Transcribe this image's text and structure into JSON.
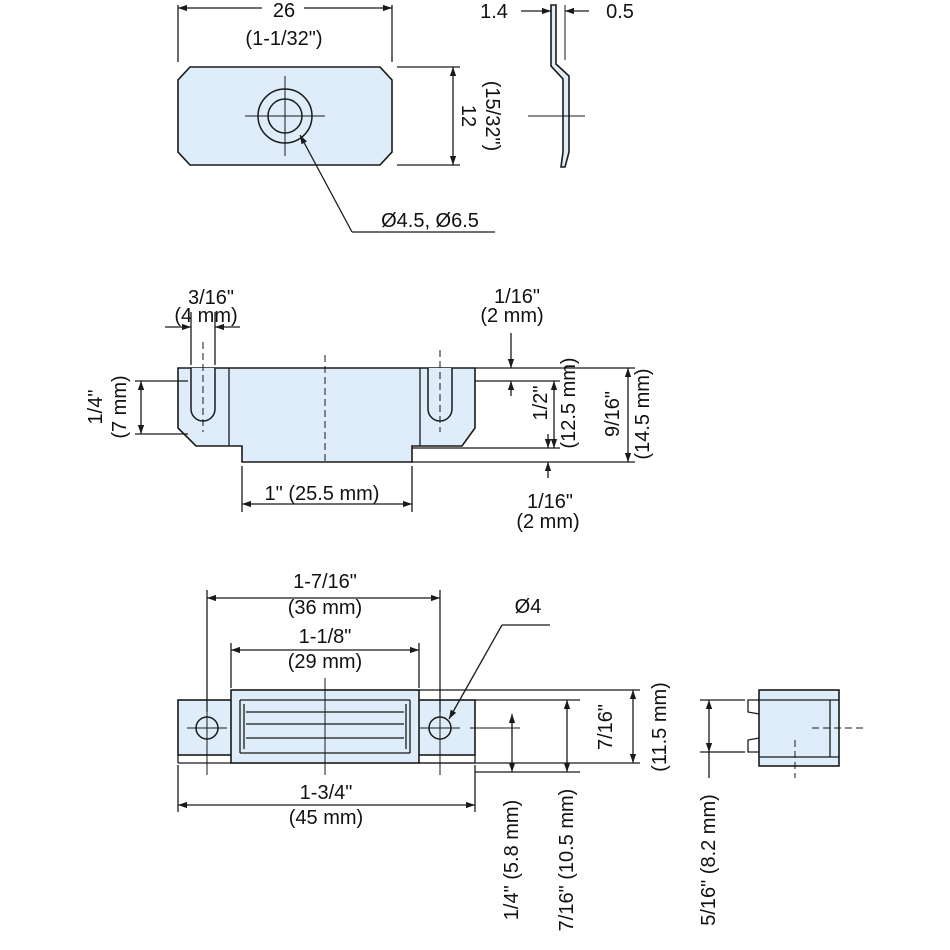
{
  "colors": {
    "part_fill": "#deedf9",
    "line": "#1a1a1a",
    "background": "#ffffff"
  },
  "top_view": {
    "width_mm": "26",
    "width_in": "(1-1/32\")",
    "height_mm": "12",
    "height_in": "(15/32\")",
    "hole": "Ø4.5, Ø6.5"
  },
  "side_plate": {
    "thickness_left": "1.4",
    "thickness_right": "0.5"
  },
  "front_view": {
    "slot_width_in": "3/16\"",
    "slot_width_mm": "(4 mm)",
    "top_gap_in": "1/16\"",
    "top_gap_mm": "(2 mm)",
    "slot_height_in": "1/4\"",
    "slot_height_mm": "(7 mm)",
    "height_inner_in": "1/2\"",
    "height_inner_mm": "(12.5 mm)",
    "height_total_in": "9/16\"",
    "height_total_mm": "(14.5 mm)",
    "base_width": "1\" (25.5 mm)",
    "bottom_gap_in": "1/16\"",
    "bottom_gap_mm": "(2 mm)"
  },
  "bottom_view": {
    "hole_spacing_in": "1-7/16\"",
    "hole_spacing_mm": "(36 mm)",
    "body_width_in": "1-1/8\"",
    "body_width_mm": "(29 mm)",
    "hole_dia": "Ø4",
    "total_width_in": "1-3/4\"",
    "total_width_mm": "(45 mm)",
    "depth_small": "1/4\" (5.8 mm)",
    "depth_medium": "7/16\" (10.5 mm)",
    "depth_in": "7/16\"",
    "depth_mm": "(11.5 mm)"
  },
  "end_view": {
    "height": "5/16\" (8.2 mm)"
  }
}
